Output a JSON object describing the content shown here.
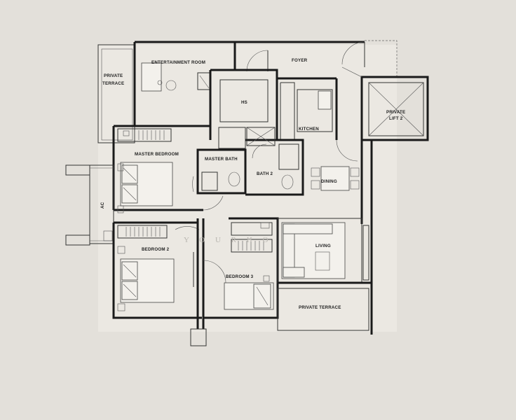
{
  "rooms": {
    "entertainment": "ENTERTAINMENT ROOM",
    "foyer": "FOYER",
    "private_terrace_top": "PRIVATE\nTERRACE",
    "hs": "HS",
    "kitchen": "KITCHEN",
    "private_lift": "PRIVATE\nLIFT 2",
    "master_bedroom": "MASTER BEDROOM",
    "master_bath": "MASTER BATH",
    "bath2": "BATH 2",
    "dining": "DINING",
    "ac": "AC",
    "bedroom2": "BEDROOM 2",
    "bedroom3": "BEDROOM 3",
    "living": "LIVING",
    "private_terrace_bottom": "PRIVATE TERRACE"
  },
  "watermark": "Y O U R H O",
  "colors": {
    "background": "#e3e0da",
    "floor": "#ebe8e2",
    "wall": "#1a1a1a"
  }
}
